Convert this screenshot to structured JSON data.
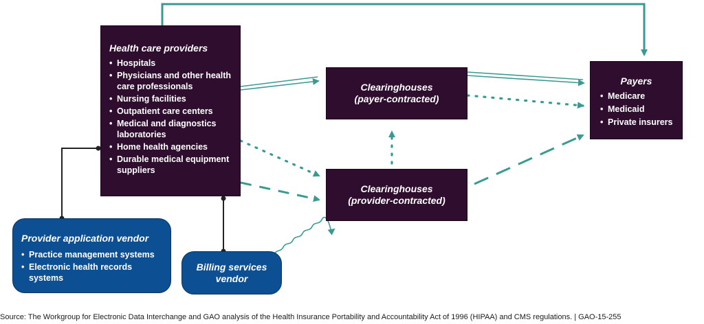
{
  "providers": {
    "title": "Health care providers",
    "items": [
      "Hospitals",
      "Physicians and other health care professionals",
      "Nursing facilities",
      "Outpatient care centers",
      "Medical and diagnostics laboratories",
      "Home health agencies",
      "Durable medical equipment suppliers"
    ]
  },
  "clearinghouse_payer": {
    "line1": "Clearinghouses",
    "line2": "(payer-contracted)"
  },
  "clearinghouse_provider": {
    "line1": "Clearinghouses",
    "line2": "(provider-contracted)"
  },
  "payers": {
    "title": "Payers",
    "items": [
      "Medicare",
      "Medicaid",
      "Private insurers"
    ]
  },
  "app_vendor": {
    "title": "Provider application vendor",
    "items": [
      "Practice management systems",
      "Electronic health records systems"
    ]
  },
  "billing_vendor": {
    "line1": "Billing services",
    "line2": "vendor"
  },
  "source": "Source: The Workgroup for Electronic Data Interchange and GAO analysis of the Health Insurance Portability and Accountability Act of 1996 (HIPAA) and CMS regulations.  |  GAO-15-255",
  "colors": {
    "arrow": "#3a9a92",
    "box_dark": "#2f0d2f",
    "box_blue": "#0d4f93",
    "connector": "#222222"
  }
}
